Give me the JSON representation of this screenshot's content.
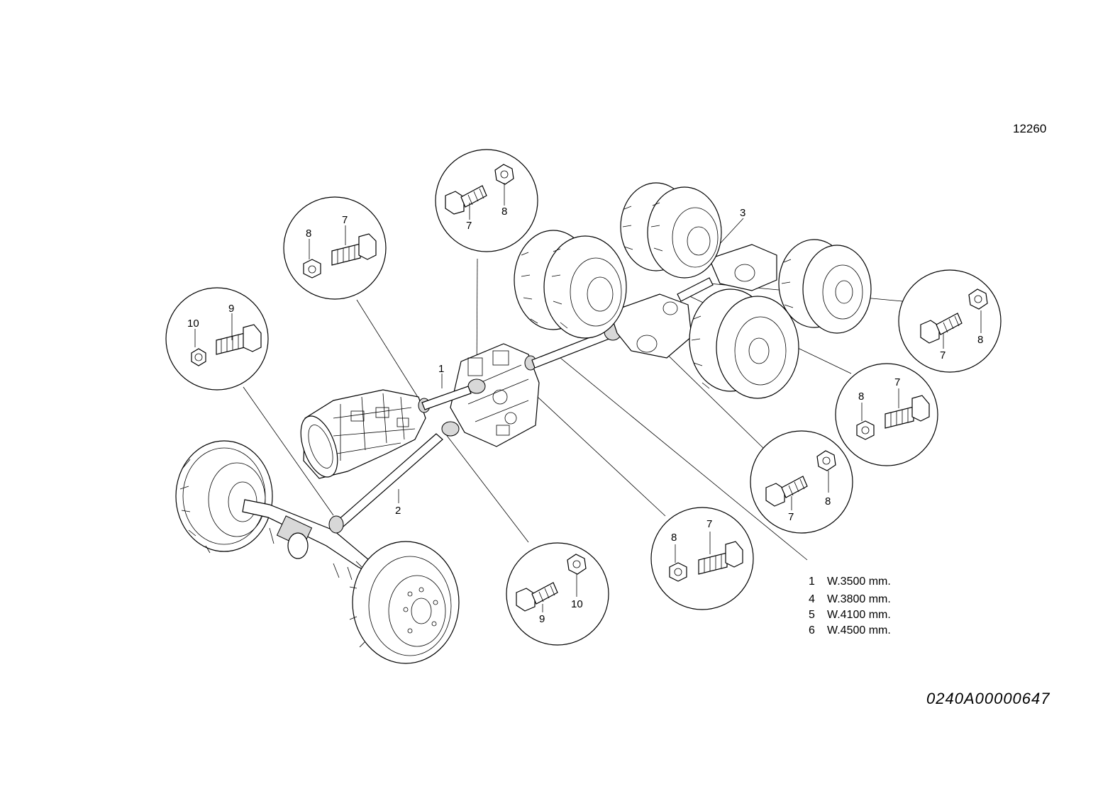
{
  "sheet_number": "12260",
  "drawing_code": "0240A00000647",
  "callouts": {
    "shaft_1": "1",
    "shaft_2": "2",
    "shaft_3": "3"
  },
  "detail_a": {
    "nut": "10",
    "bolt": "9"
  },
  "detail_b": {
    "nut": "8",
    "bolt": "7"
  },
  "detail_c": {
    "bolt": "7",
    "nut": "8"
  },
  "detail_d": {
    "bolt": "7",
    "nut": "8"
  },
  "detail_e": {
    "nut": "8",
    "bolt": "7"
  },
  "detail_f": {
    "bolt": "7",
    "nut": "8"
  },
  "detail_g": {
    "nut": "8",
    "bolt": "7"
  },
  "detail_h": {
    "bolt": "9",
    "nut": "10"
  },
  "legend": [
    {
      "num": "1",
      "text": "W.3500 mm."
    },
    {
      "num": "4",
      "text": "W.3800 mm."
    },
    {
      "num": "5",
      "text": "W.4100 mm."
    },
    {
      "num": "6",
      "text": "W.4500 mm."
    }
  ]
}
